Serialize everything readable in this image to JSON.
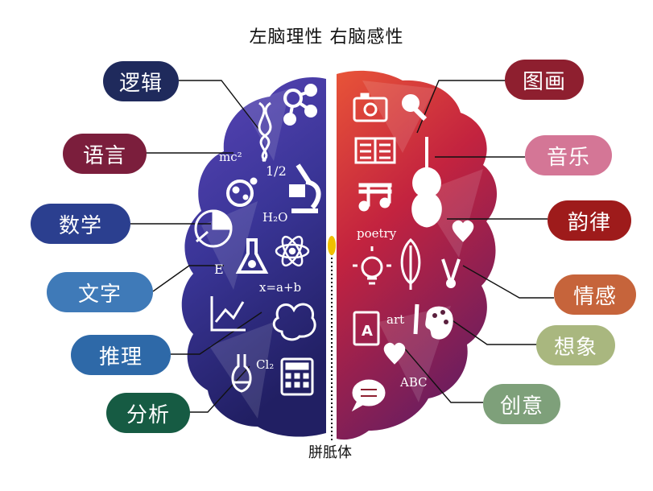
{
  "title": "左脑理性 右脑感性",
  "footer": "胼胝体",
  "left_labels": [
    {
      "text": "逻辑",
      "color": "#1f2a5c"
    },
    {
      "text": "语言",
      "color": "#7b1e3c"
    },
    {
      "text": "数学",
      "color": "#2b3f8f"
    },
    {
      "text": "文字",
      "color": "#3f7ab8"
    },
    {
      "text": "推理",
      "color": "#2e69a8"
    },
    {
      "text": "分析",
      "color": "#165b43"
    }
  ],
  "right_labels": [
    {
      "text": "图画",
      "color": "#8e1f2f"
    },
    {
      "text": "音乐",
      "color": "#d47696"
    },
    {
      "text": "韵律",
      "color": "#9e1b1b"
    },
    {
      "text": "情感",
      "color": "#c6643b"
    },
    {
      "text": "想象",
      "color": "#a9b77f"
    },
    {
      "text": "创意",
      "color": "#7ea07a"
    }
  ],
  "left_hemisphere_text": {
    "mc2": "mc²",
    "half": "1/2",
    "h2o": "H₂O",
    "e": "E",
    "formula": "x=a+b",
    "cl2": "Cl₂"
  },
  "right_hemisphere_text": {
    "poetry": "poetry",
    "art": "art",
    "abc": "ABC",
    "letter": "A"
  },
  "colors": {
    "left_brain_top": "#4a3fa8",
    "left_brain_bottom": "#23206b",
    "right_brain_top": "#e2433a",
    "right_brain_bottom": "#7a1f5c"
  },
  "icons_left": [
    "dna-icon",
    "molecule-icon",
    "microscope-icon",
    "bacteria-icon",
    "pie-chart-icon",
    "flask-icon",
    "atom-icon",
    "line-chart-icon",
    "brain-icon",
    "test-tube-icon",
    "calculator-icon"
  ],
  "icons_right": [
    "camera-icon",
    "pencil-icon",
    "book-icon",
    "violin-icon",
    "music-notes-icon",
    "heart-icon",
    "lightbulb-icon",
    "leaf-icon",
    "pen-nib-icon",
    "book-a-icon",
    "paint-palette-icon",
    "chat-icon"
  ]
}
